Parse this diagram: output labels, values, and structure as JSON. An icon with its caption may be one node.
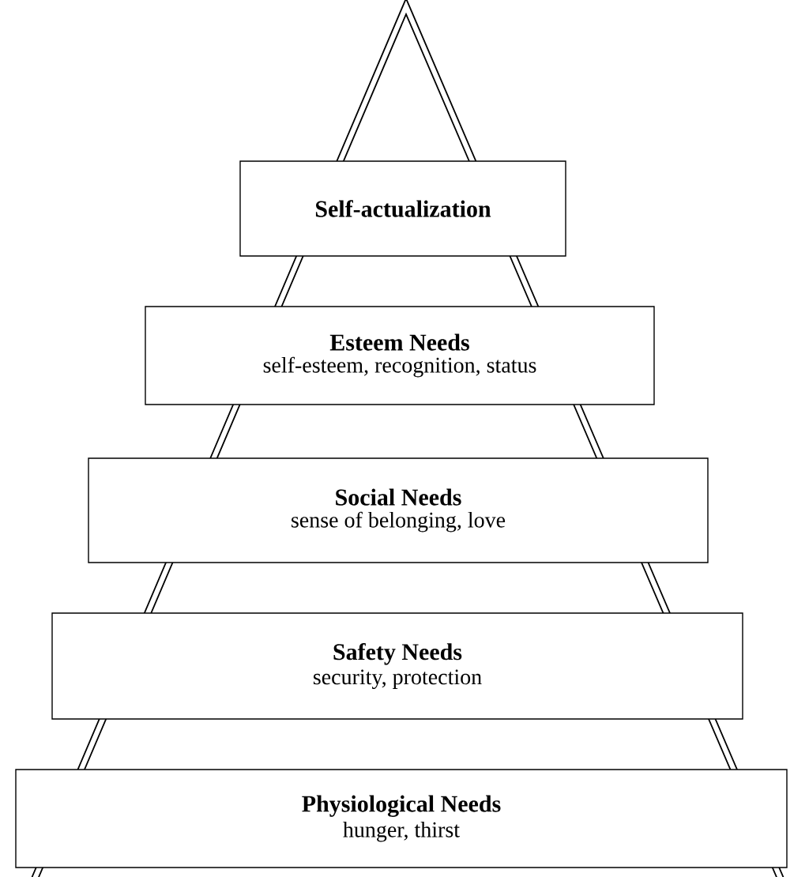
{
  "diagram": {
    "nodes": [
      {
        "text": [
          "Self-actualization"
        ]
      },
      {
        "text": [
          "Esteem Needs",
          "self-esteem, recognition, status"
        ]
      },
      {
        "text": [
          "Social Needs",
          "sense of belonging, love"
        ]
      },
      {
        "text": [
          "Safety Needs",
          "security, protection"
        ]
      },
      {
        "text": [
          "Physiological Needs",
          "hunger, thirst"
        ]
      }
    ]
  }
}
